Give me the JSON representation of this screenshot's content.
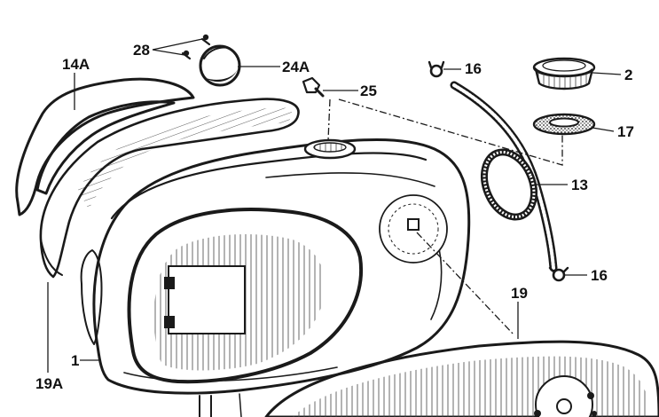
{
  "diagram": {
    "callouts": {
      "c28": "28",
      "c14a": "14A",
      "c24a": "24A",
      "c25": "25",
      "c16_top": "16",
      "c2": "2",
      "c17": "17",
      "c13": "13",
      "c16_bottom": "16",
      "c19": "19",
      "c1": "1",
      "c19a": "19A"
    }
  }
}
